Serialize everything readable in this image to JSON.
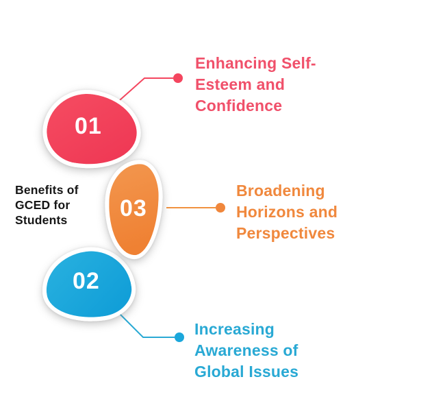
{
  "title": {
    "text": "Benefits of\nGCED for\nStudents"
  },
  "items": [
    {
      "number": "01",
      "label": "Enhancing Self-\nEsteem and\nConfidence",
      "blob_color": "#F23F5B",
      "label_color": "#F0506A"
    },
    {
      "number": "03",
      "label": "Broadening\nHorizons and\nPerspectives",
      "blob_color": "#F0873C",
      "label_color": "#F0883D"
    },
    {
      "number": "02",
      "label": "Increasing\nAwareness of\nGlobal Issues",
      "blob_color": "#1BA7DB",
      "label_color": "#29A9D4"
    }
  ],
  "colors": {
    "background": "#FFFFFF",
    "title_text": "#161616"
  }
}
